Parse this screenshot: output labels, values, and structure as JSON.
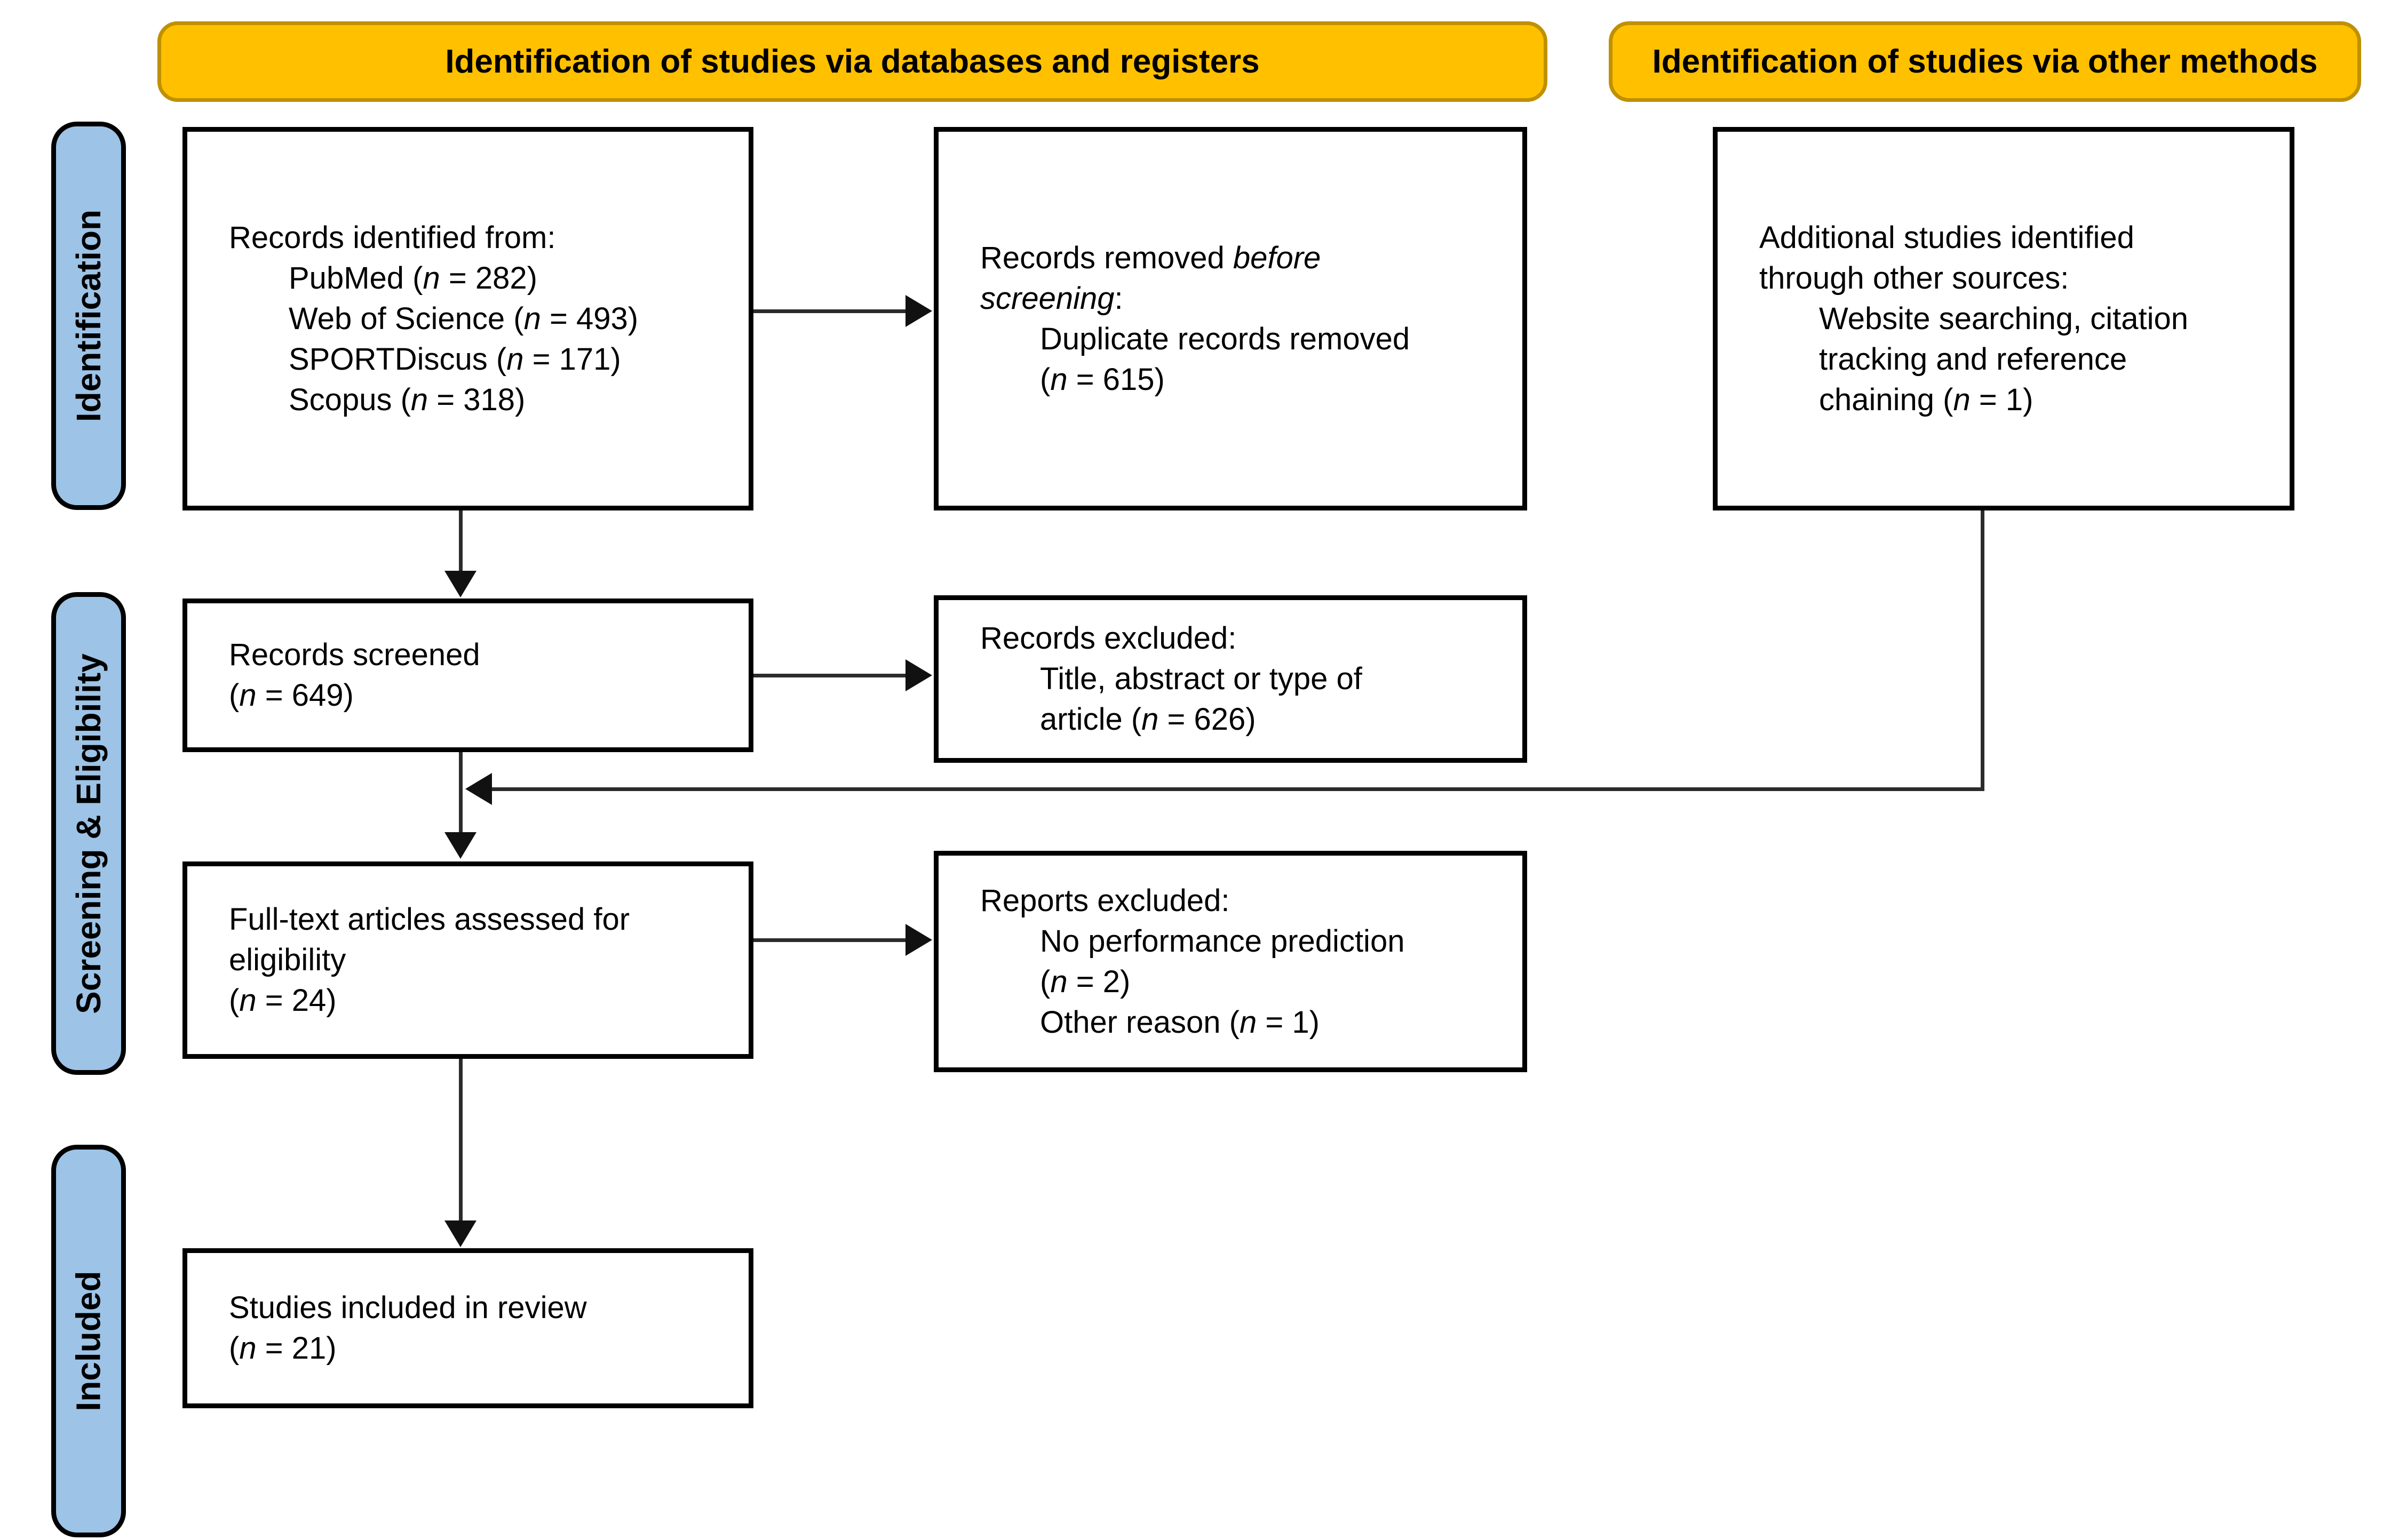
{
  "palette": {
    "banner_fill": "#FFC000",
    "banner_border": "#BF9000",
    "stage_fill": "#9DC3E6",
    "box_border": "#000000",
    "line_color": "#2b2b2b"
  },
  "headers": {
    "databases": {
      "label": "Identification of studies via databases and registers"
    },
    "other_methods": {
      "label": "Identification of studies via other methods"
    }
  },
  "stages": {
    "identification": {
      "label": "Identification"
    },
    "screening_eligibility": {
      "label": "Screening & Eligibility"
    },
    "included": {
      "label": "Included"
    }
  },
  "boxes": {
    "records_identified": {
      "lines": [
        {
          "t": "Records identified from:",
          "indent": 0
        },
        {
          "t": "PubMed (*n* = 282)",
          "indent": 1
        },
        {
          "t": "Web of Science (*n* = 493)",
          "indent": 1
        },
        {
          "t": "SPORTDiscus (*n* = 171)",
          "indent": 1
        },
        {
          "t": "Scopus (*n* = 318)",
          "indent": 1
        }
      ]
    },
    "records_removed": {
      "lines": [
        {
          "t": "Records removed *before*",
          "indent": 0
        },
        {
          "t": "*screening*:",
          "indent": 0
        },
        {
          "t": "Duplicate records removed",
          "indent": 1
        },
        {
          "t": "(*n* = 615)",
          "indent": 1
        }
      ]
    },
    "additional_studies": {
      "lines": [
        {
          "t": "Additional studies identified",
          "indent": 0
        },
        {
          "t": "through other sources:",
          "indent": 0
        },
        {
          "t": "Website searching, citation",
          "indent": 1
        },
        {
          "t": "tracking and reference",
          "indent": 1
        },
        {
          "t": "chaining (*n* = 1)",
          "indent": 1
        }
      ]
    },
    "records_screened": {
      "lines": [
        {
          "t": "Records screened",
          "indent": 0
        },
        {
          "t": "(*n* = 649)",
          "indent": 0
        }
      ]
    },
    "records_excluded": {
      "lines": [
        {
          "t": "Records excluded:",
          "indent": 0
        },
        {
          "t": "Title, abstract or type of",
          "indent": 1
        },
        {
          "t": "article (*n* = 626)",
          "indent": 1
        }
      ]
    },
    "fulltext_assessed": {
      "lines": [
        {
          "t": "Full-text articles assessed for",
          "indent": 0
        },
        {
          "t": "eligibility",
          "indent": 0
        },
        {
          "t": "(*n* = 24)",
          "indent": 0
        }
      ]
    },
    "reports_excluded": {
      "lines": [
        {
          "t": "Reports excluded:",
          "indent": 0
        },
        {
          "t": "No performance prediction",
          "indent": 1
        },
        {
          "t": "(*n* = 2)",
          "indent": 1
        },
        {
          "t": "Other reason (*n* = 1)",
          "indent": 1
        }
      ]
    },
    "studies_included": {
      "lines": [
        {
          "t": "Studies included in review",
          "indent": 0
        },
        {
          "t": "(*n* = 21)",
          "indent": 0
        }
      ]
    }
  }
}
